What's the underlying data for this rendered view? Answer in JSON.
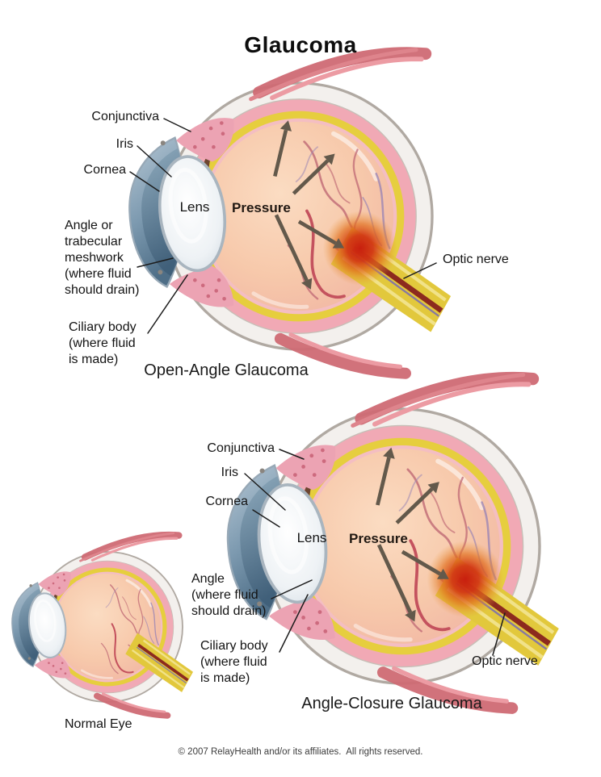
{
  "title": "Glaucoma",
  "open_angle": {
    "caption": "Open-Angle Glaucoma",
    "labels": {
      "conjunctiva": "Conjunctiva",
      "iris": "Iris",
      "cornea": "Cornea",
      "lens": "Lens",
      "pressure": "Pressure",
      "angle": "Angle or\ntrabecular\nmeshwork\n(where fluid\nshould drain)",
      "ciliary_body": "Ciliary body\n(where fluid\nis made)",
      "optic_nerve": "Optic nerve"
    }
  },
  "angle_closure": {
    "caption": "Angle-Closure Glaucoma",
    "labels": {
      "conjunctiva": "Conjunctiva",
      "iris": "Iris",
      "cornea": "Cornea",
      "lens": "Lens",
      "pressure": "Pressure",
      "angle": "Angle\n(where fluid\nshould drain)",
      "ciliary_body": "Ciliary body\n(where fluid\nis made)",
      "optic_nerve": "Optic nerve"
    }
  },
  "normal_eye": {
    "caption": "Normal Eye"
  },
  "footer": {
    "copyright": "© 2007 RelayHealth and/or its affiliates.  All rights reserved."
  },
  "colors": {
    "sclera": "#f3f0ed",
    "sclera_outline": "#b0a9a2",
    "choroid_pink": "#f1a9b5",
    "retina_yellow": "#e6ce3e",
    "vitreous_peach": "#f7c9ab",
    "cornea_blue": "#7d9ab0",
    "lens_white": "#eef2f5",
    "iris_brown": "#6d4531",
    "optic_nerve_yellow": "#e2c83c",
    "optic_nerve_stripe": "#8c2a1e",
    "inflamed_red": "#cc2312",
    "muscle_red": "#cf6a74",
    "arrow": "#63594b",
    "label_text": "#141414"
  }
}
